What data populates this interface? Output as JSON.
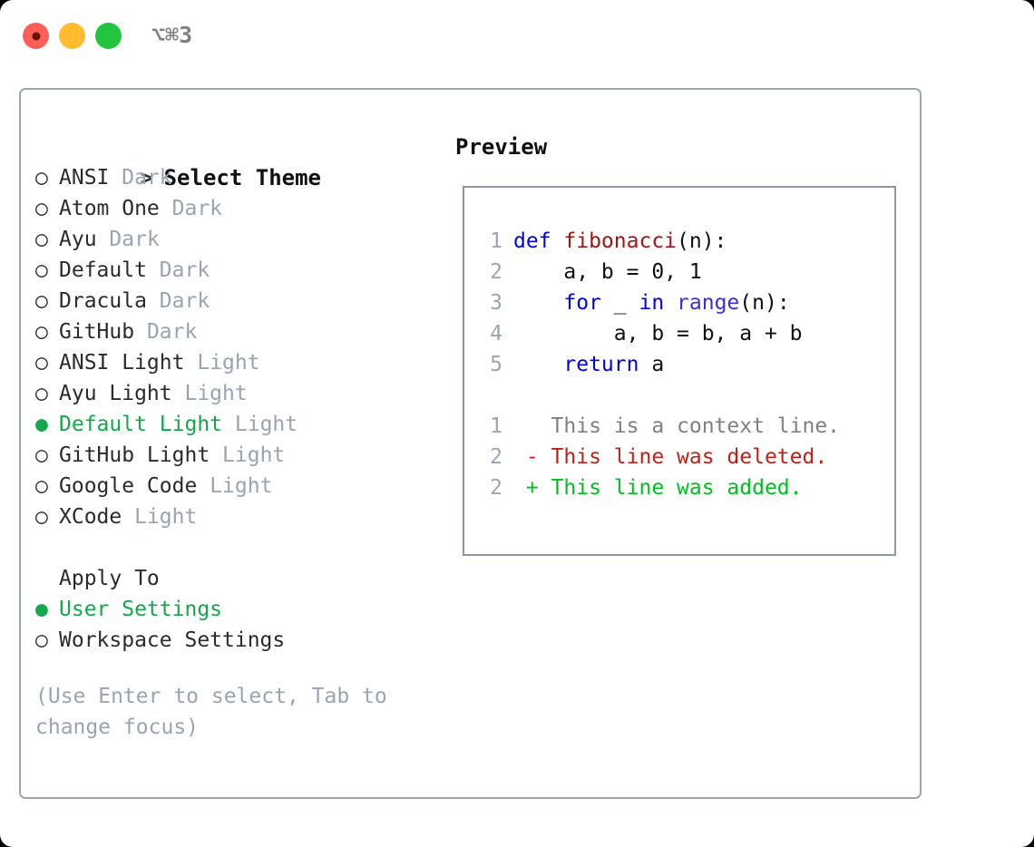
{
  "titlebar": {
    "shortcut": "⌥⌘3",
    "buttons": [
      {
        "name": "close",
        "color": "#ff5f57"
      },
      {
        "name": "minimize",
        "color": "#ffbd2e"
      },
      {
        "name": "maximize",
        "color": "#23c53f"
      }
    ]
  },
  "colors": {
    "accent_green": "#13a84b",
    "dim_text": "#9aa3b5",
    "border": "#9aa4b4",
    "preview_border": "#8d97a8",
    "keyword_blue": "#0000ee",
    "function_red": "#a31515",
    "builtin_violet": "#3b2ce0",
    "diff_add": "#00c020",
    "diff_del": "#c0201a"
  },
  "theme_list": {
    "header": {
      "prefix": ">",
      "label": "Select Theme"
    },
    "items": [
      {
        "marker": "○",
        "label": "ANSI",
        "variant": "Dark",
        "selected": false
      },
      {
        "marker": "○",
        "label": "Atom One",
        "variant": "Dark",
        "selected": false
      },
      {
        "marker": "○",
        "label": "Ayu",
        "variant": "Dark",
        "selected": false
      },
      {
        "marker": "○",
        "label": "Default",
        "variant": "Dark",
        "selected": false
      },
      {
        "marker": "○",
        "label": "Dracula",
        "variant": "Dark",
        "selected": false
      },
      {
        "marker": "○",
        "label": "GitHub",
        "variant": "Dark",
        "selected": false
      },
      {
        "marker": "○",
        "label": "ANSI Light",
        "variant": "Light",
        "selected": false
      },
      {
        "marker": "○",
        "label": "Ayu Light",
        "variant": "Light",
        "selected": false
      },
      {
        "marker": "●",
        "label": "Default Light",
        "variant": "Light",
        "selected": true
      },
      {
        "marker": "○",
        "label": "GitHub Light",
        "variant": "Light",
        "selected": false
      },
      {
        "marker": "○",
        "label": "Google Code",
        "variant": "Light",
        "selected": false
      },
      {
        "marker": "○",
        "label": "XCode",
        "variant": "Light",
        "selected": false
      }
    ]
  },
  "apply_to": {
    "header": "Apply To",
    "items": [
      {
        "marker": "●",
        "label": "User Settings",
        "selected": true
      },
      {
        "marker": "○",
        "label": "Workspace Settings",
        "selected": false
      }
    ]
  },
  "hint": "(Use Enter to select, Tab to change focus)",
  "preview": {
    "title": "Preview",
    "code_lines": [
      {
        "lno": "1",
        "tokens": [
          {
            "text": "def ",
            "type": "kw"
          },
          {
            "text": "fibonacci",
            "type": "fn"
          },
          {
            "text": "(n):",
            "type": "plain"
          }
        ]
      },
      {
        "lno": "2",
        "tokens": [
          {
            "text": "    a, b = 0, 1",
            "type": "plain"
          }
        ]
      },
      {
        "lno": "3",
        "tokens": [
          {
            "text": "    ",
            "type": "plain"
          },
          {
            "text": "for",
            "type": "kw"
          },
          {
            "text": " _ ",
            "type": "plain"
          },
          {
            "text": "in",
            "type": "kw"
          },
          {
            "text": " ",
            "type": "plain"
          },
          {
            "text": "range",
            "type": "builtin"
          },
          {
            "text": "(n):",
            "type": "plain"
          }
        ]
      },
      {
        "lno": "4",
        "tokens": [
          {
            "text": "        a, b = b, a + b",
            "type": "plain"
          }
        ]
      },
      {
        "lno": "5",
        "tokens": [
          {
            "text": "    ",
            "type": "plain"
          },
          {
            "text": "return",
            "type": "kw"
          },
          {
            "text": " a",
            "type": "plain"
          }
        ]
      }
    ],
    "diff_lines": [
      {
        "lno": "1",
        "sign": " ",
        "text": "This is a context line.",
        "kind": "context"
      },
      {
        "lno": "2",
        "sign": "-",
        "text": "This line was deleted.",
        "kind": "del"
      },
      {
        "lno": "2",
        "sign": "+",
        "text": "This line was added.",
        "kind": "add"
      }
    ]
  }
}
